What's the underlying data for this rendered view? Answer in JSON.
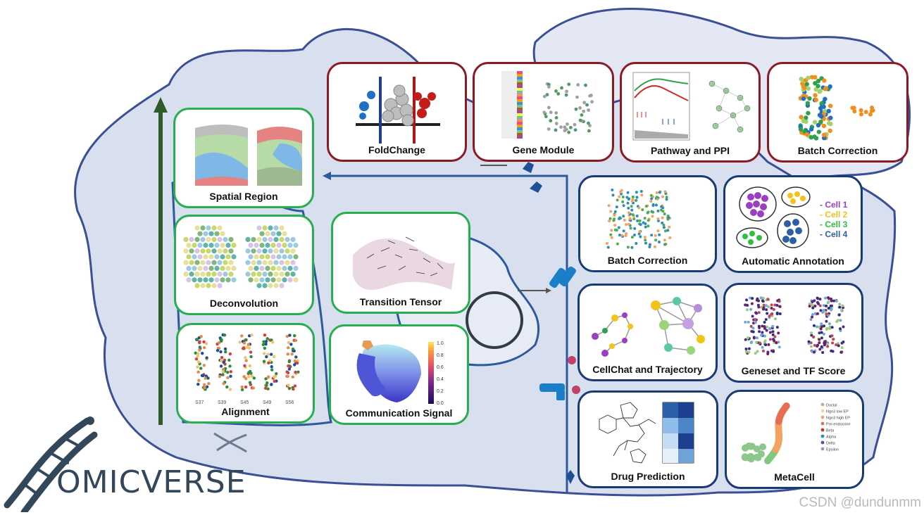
{
  "colors": {
    "green_frame": "#27ae4e",
    "red_frame": "#8b1a24",
    "blue_frame": "#183b73",
    "cell_bg": "#d8dfef",
    "arrow": "#2c5a9c"
  },
  "cards": {
    "spatial_region": {
      "label": "Spatial Region"
    },
    "deconvolution": {
      "label": "Deconvolution"
    },
    "transition_tensor": {
      "label": "Transition Tensor"
    },
    "alignment": {
      "label": "Alignment",
      "ticks": [
        "S37",
        "S39",
        "S45",
        "S49",
        "S56"
      ]
    },
    "communication_signal": {
      "label": "Communication Signal",
      "colorbar_ticks": [
        "1.0",
        "0.8",
        "0.6",
        "0.4",
        "0.2",
        "0.0"
      ]
    },
    "foldchange": {
      "label": "FoldChange"
    },
    "gene_module": {
      "label": "Gene Module"
    },
    "pathway_ppi": {
      "label": "Pathway and PPI"
    },
    "batch_correction_top": {
      "label": "Batch Correction"
    },
    "batch_correction": {
      "label": "Batch Correction"
    },
    "automatic_annotation": {
      "label": "Automatic Annotation",
      "legend": [
        "- Cell 1",
        "- Cell 2",
        "- Cell 3",
        "- Cell 4"
      ],
      "legend_colors": [
        "#9b3fc2",
        "#f2c21b",
        "#2fbf3a",
        "#2b5fa8"
      ]
    },
    "cellchat_trajectory": {
      "label": "CellChat and Trajectory"
    },
    "geneset_tf": {
      "label": "Geneset and TF Score"
    },
    "drug_prediction": {
      "label": "Drug Prediction"
    },
    "metacell": {
      "label": "MetaCell",
      "legend": [
        "Ductal",
        "Ngn3 low EP",
        "Ngn3 high EP",
        "Pre-endocrine",
        "Beta",
        "Alpha",
        "Delta",
        "Epsilon"
      ]
    }
  },
  "logo": {
    "text": "OMICVERSE"
  },
  "watermark": "CSDN @dundunmm"
}
